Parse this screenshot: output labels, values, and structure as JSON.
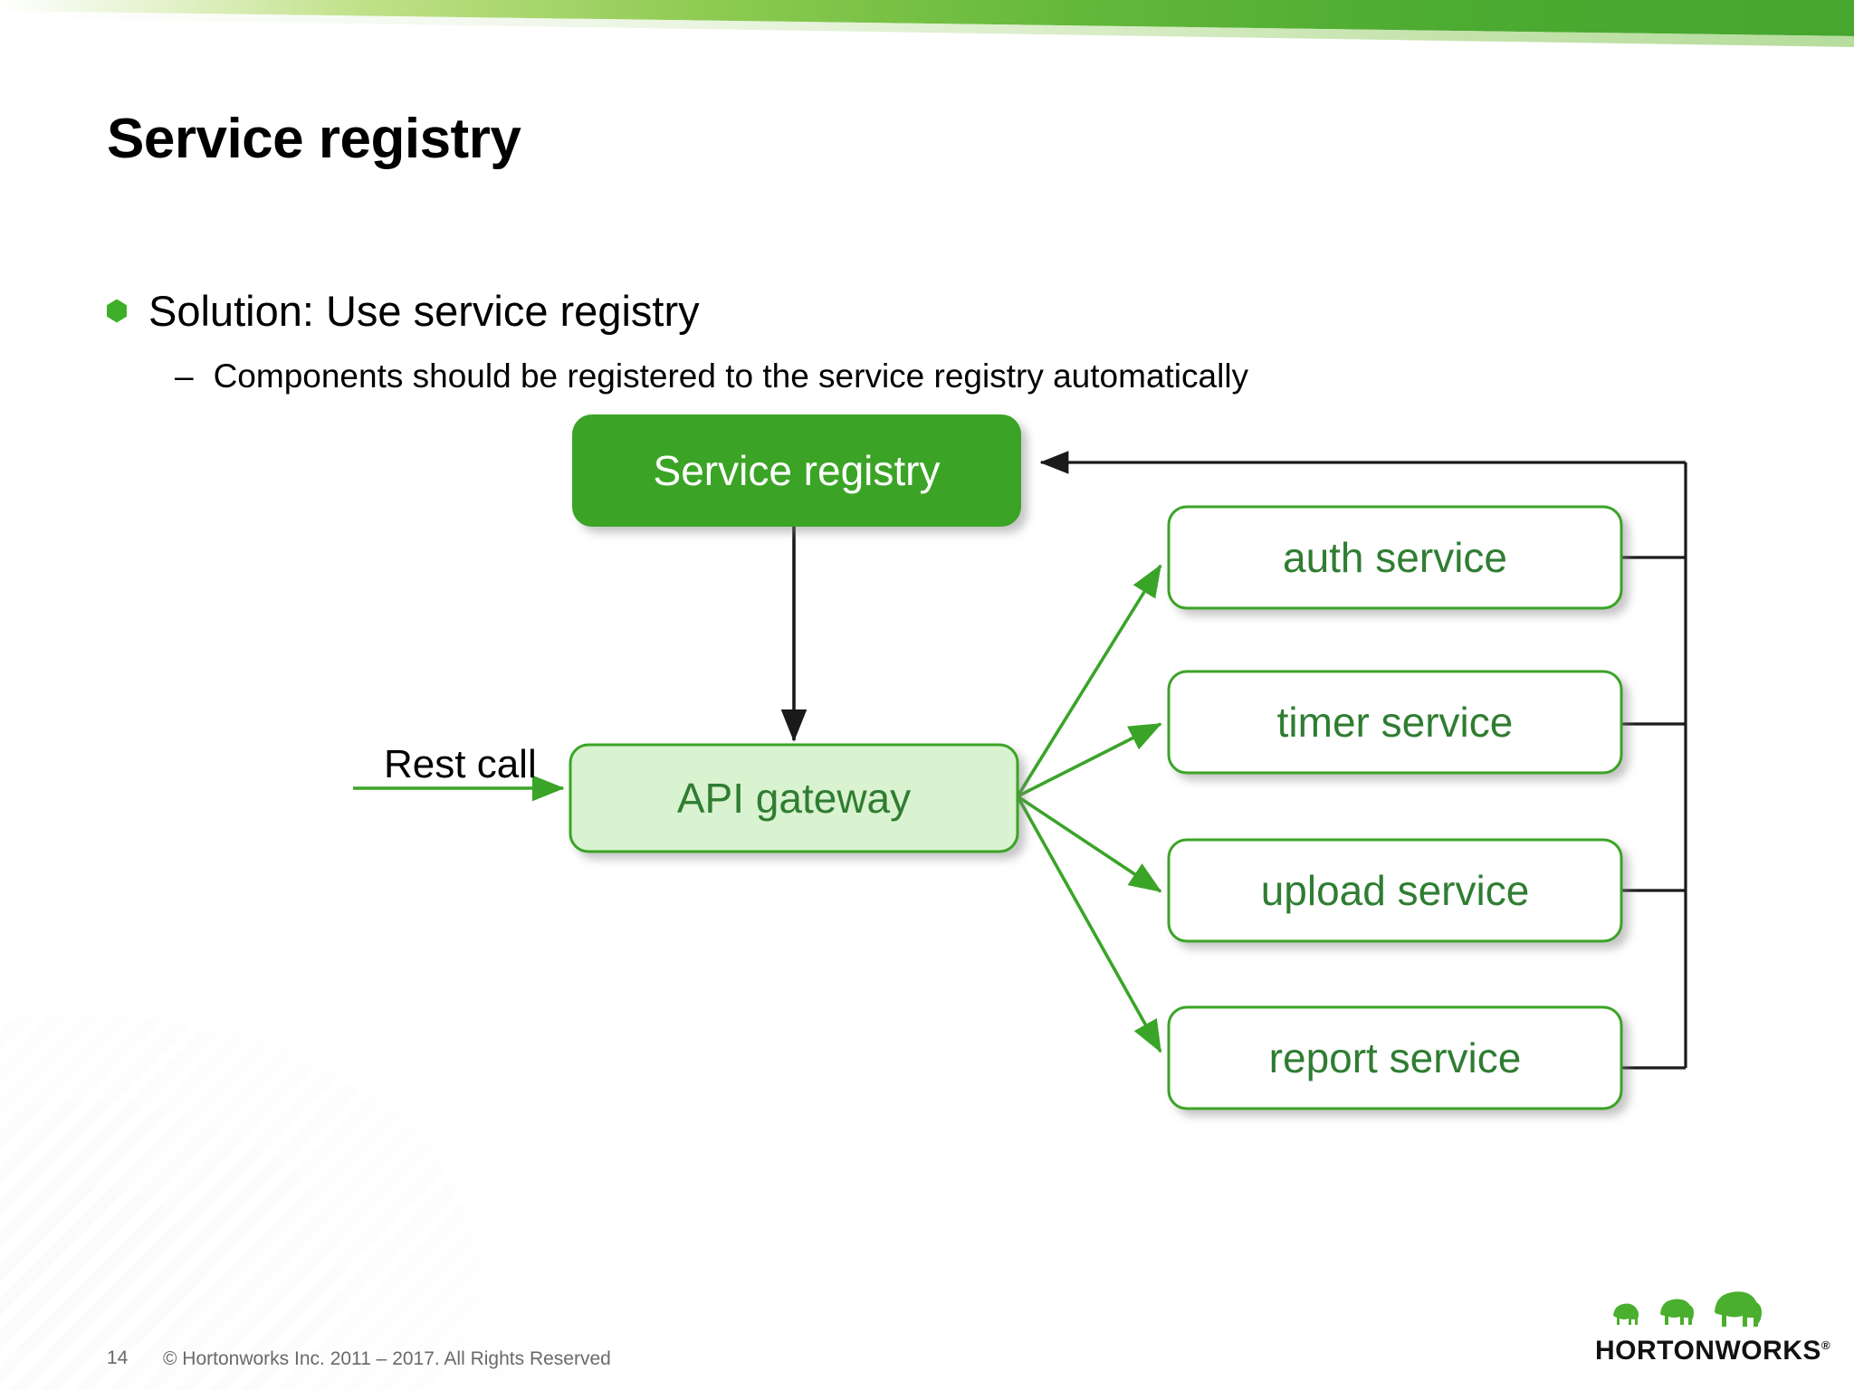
{
  "slide": {
    "title": "Service registry",
    "page_number": "14",
    "copyright": "© Hortonworks Inc. 2011 – 2017. All Rights Reserved"
  },
  "colors": {
    "brand_green": "#3fae2a",
    "dark_green": "#3aa428",
    "band_green_dark": "#4aa832",
    "band_green_light": "#a8d86a",
    "node_text_green": "#2f7d32",
    "gateway_fill": "#d9f2cf",
    "service_fill": "#ffffff",
    "connector_black": "#1a1a1a",
    "footer_gray": "#6a6a6a"
  },
  "content": {
    "bullets": [
      {
        "level": 1,
        "marker": "hexagon",
        "text": "Solution: Use service registry"
      },
      {
        "level": 2,
        "marker": "–",
        "text": "Components should be registered to the service registry automatically"
      }
    ]
  },
  "diagram": {
    "type": "flow",
    "nodes": [
      {
        "id": "registry",
        "label": "Service registry",
        "style": "filled-green"
      },
      {
        "id": "gateway",
        "label": "API gateway",
        "style": "light-green"
      },
      {
        "id": "auth",
        "label": "auth service",
        "style": "outline-green"
      },
      {
        "id": "timer",
        "label": "timer service",
        "style": "outline-green"
      },
      {
        "id": "upload",
        "label": "upload service",
        "style": "outline-green"
      },
      {
        "id": "report",
        "label": "report service",
        "style": "outline-green"
      }
    ],
    "edges": [
      {
        "from": "external",
        "to": "gateway",
        "label": "Rest call",
        "color": "green"
      },
      {
        "from": "registry",
        "to": "gateway",
        "label": "",
        "color": "black"
      },
      {
        "from": "gateway",
        "to": "auth",
        "label": "",
        "color": "green"
      },
      {
        "from": "gateway",
        "to": "timer",
        "label": "",
        "color": "green"
      },
      {
        "from": "gateway",
        "to": "upload",
        "label": "",
        "color": "green"
      },
      {
        "from": "gateway",
        "to": "report",
        "label": "",
        "color": "green"
      },
      {
        "from": "auth",
        "to": "registry",
        "label": "",
        "color": "black"
      },
      {
        "from": "timer",
        "to": "registry",
        "label": "",
        "color": "black"
      },
      {
        "from": "upload",
        "to": "registry",
        "label": "",
        "color": "black"
      },
      {
        "from": "report",
        "to": "registry",
        "label": "",
        "color": "black"
      }
    ],
    "edge_label_rest_call": "Rest call"
  },
  "logo": {
    "wordmark": "HORTONWORKS",
    "registered_mark": "®",
    "icon": "three-elephants"
  }
}
